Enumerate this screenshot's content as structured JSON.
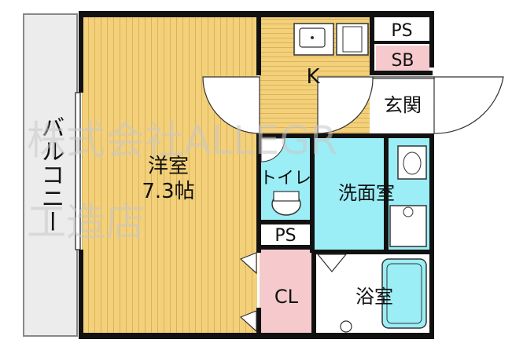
{
  "rooms": {
    "western": {
      "name": "洋室",
      "size": "7.3帖"
    },
    "kitchen": "K",
    "entrance": "玄関",
    "toilet": "トイレ",
    "washroom": "洗面室",
    "bathroom": "浴室",
    "closet": "CL",
    "ps_top": "PS",
    "sb": "SB",
    "ps_mid": "PS",
    "balcony": "バルコニー"
  },
  "watermark": {
    "line1": "株式会社ALLEGR",
    "line2": "工造店"
  },
  "colors": {
    "wall": "#111111",
    "floor_wood": "#f3d07a",
    "floor_wood_line": "#dcb35a",
    "toilet_floor": "#9beef6",
    "wash_floor": "#9beef6",
    "bath_floor": "#9beef6",
    "closet_floor": "#f6c9cc",
    "sb_floor": "#f6c9cc",
    "balcony": "#e9e9e9"
  }
}
